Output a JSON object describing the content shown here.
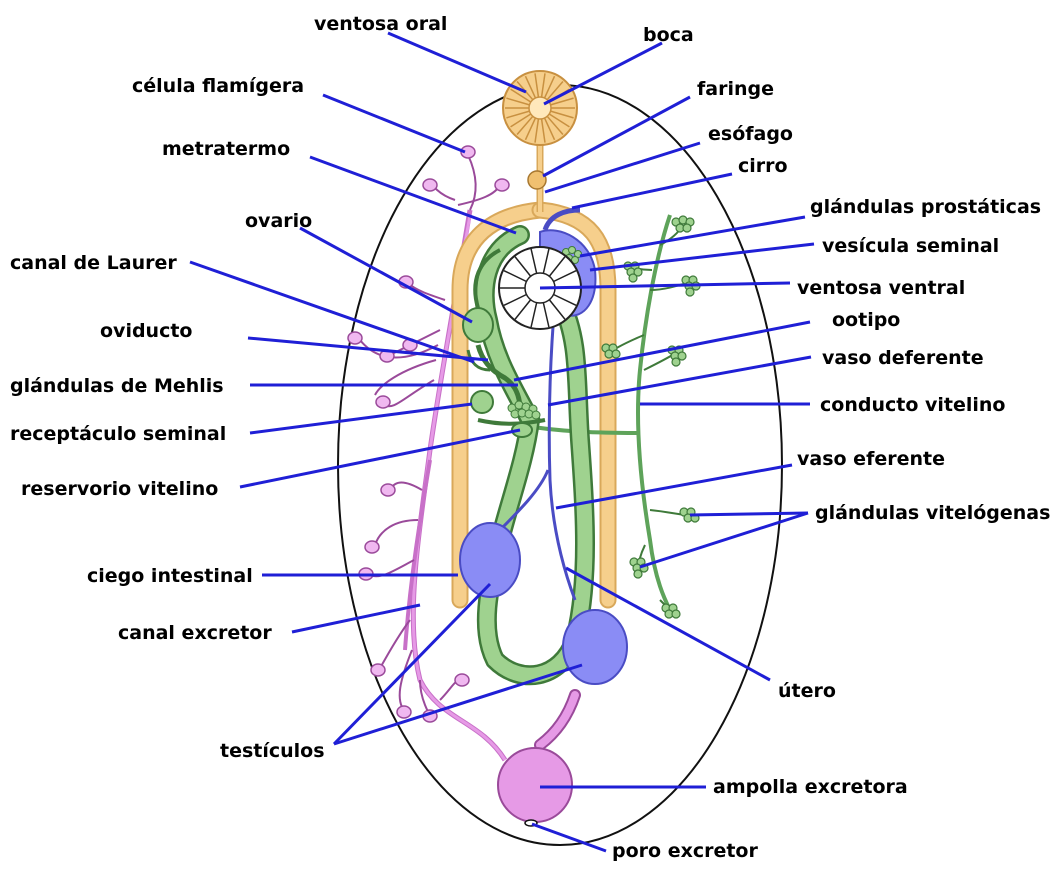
{
  "colors": {
    "leader": "#1f1fd6",
    "outline": "#111111",
    "digestive": "#f6cf8c",
    "digestive_dark": "#d9a85a",
    "reproductive_female": "#9fd28f",
    "reproductive_female_dark": "#3f7a3a",
    "reproductive_male": "#8a8cf5",
    "reproductive_male_dark": "#4a4cc4",
    "excretory": "#e69ae6",
    "excretory_dark": "#9a4a9a"
  },
  "labels": {
    "ventosa_oral": "ventosa oral",
    "boca": "boca",
    "celula_flamigera": "célula flamígera",
    "faringe": "faringe",
    "esofago": "esófago",
    "metratermo": "metratermo",
    "cirro": "cirro",
    "glandulas_prostaticas": "glándulas prostáticas",
    "ovario": "ovario",
    "vesicula_seminal": "vesícula seminal",
    "canal_de_laurer": "canal de Laurer",
    "ventosa_ventral": "ventosa ventral",
    "ootipo": "ootipo",
    "oviducto": "oviducto",
    "vaso_deferente": "vaso deferente",
    "glandulas_de_mehlis": "glándulas de Mehlis",
    "conducto_vitelino": "conducto vitelino",
    "receptaculo_seminal": "receptáculo seminal",
    "vaso_eferente": "vaso eferente",
    "reservorio_vitelino": "reservorio vitelino",
    "glandulas_vitelogenas": "glándulas vitelógenas",
    "ciego_intestinal": "ciego intestinal",
    "canal_excretor": "canal excretor",
    "utero": "útero",
    "testiculos": "testículos",
    "ampolla_excretora": "ampolla excretora",
    "poro_excretor": "poro excretor"
  }
}
